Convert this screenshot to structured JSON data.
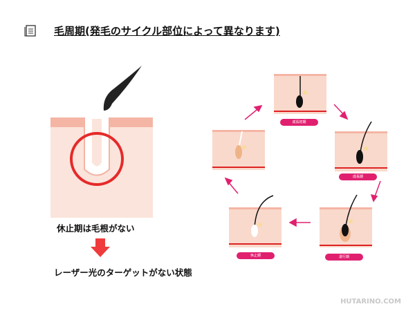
{
  "title": "毛周期(発毛のサイクル部位によって異なります)",
  "left": {
    "caption1": "休止期は毛根がない",
    "caption2": "レーザー光のターゲットがない状態"
  },
  "cycle": {
    "labels": [
      "成長初期",
      "成長期",
      "退行期",
      "休止期"
    ]
  },
  "watermark": "HUTARINO.COM",
  "colors": {
    "skin": "#f9d9cc",
    "skin_top": "#f5b5a5",
    "accent": "#e0206f",
    "arrow": "#ef3b3b"
  }
}
